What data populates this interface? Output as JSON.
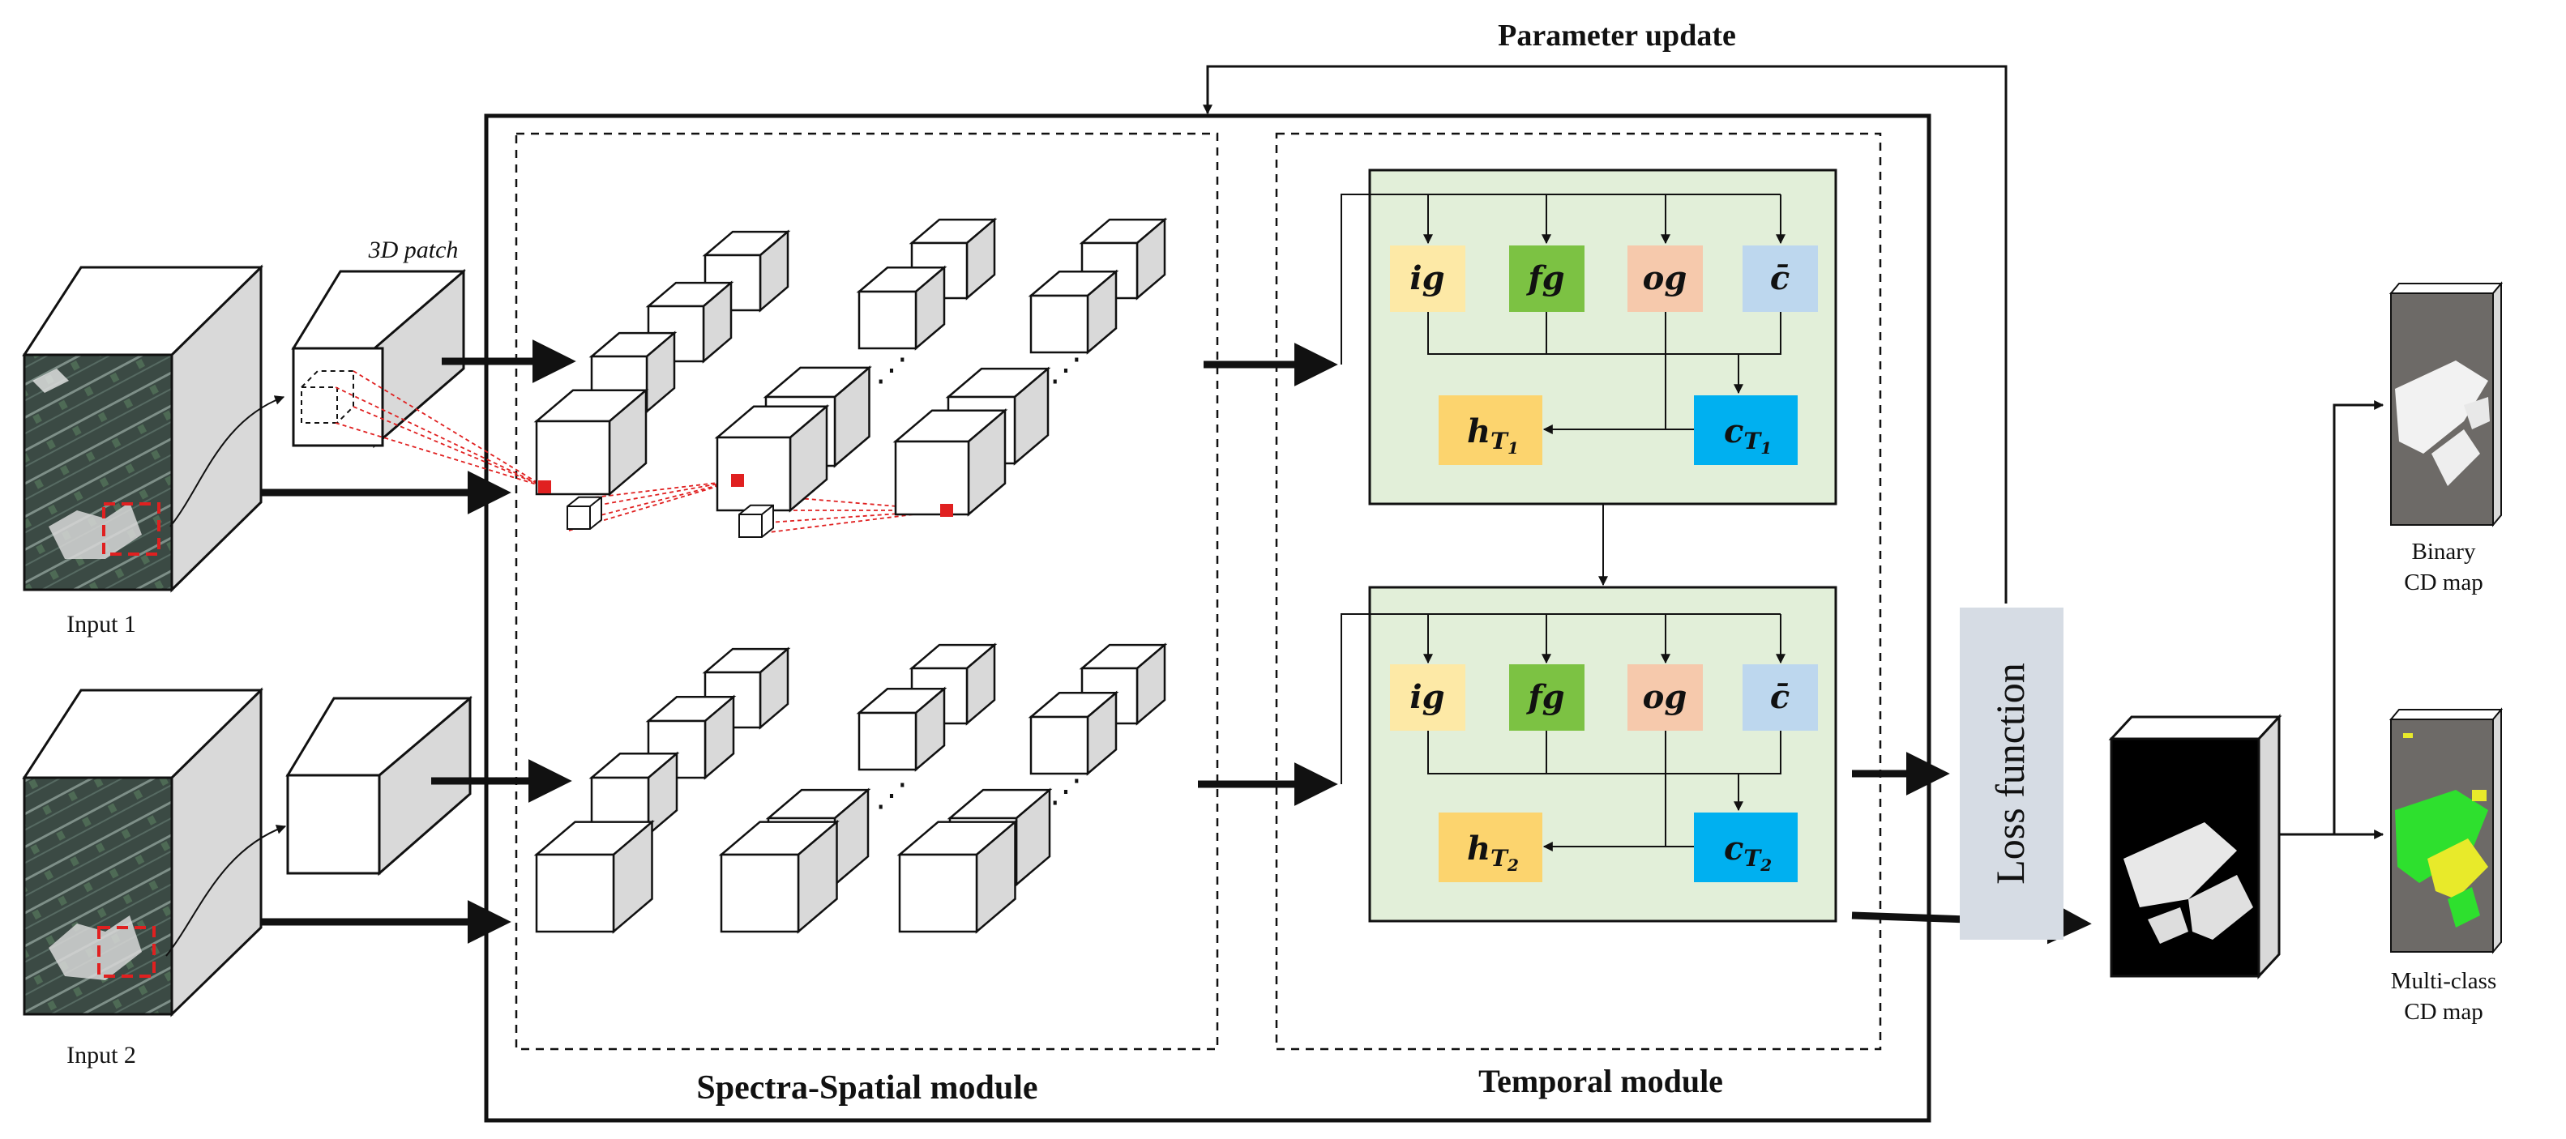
{
  "labels": {
    "parameter_update": "Parameter update",
    "spectra_spatial_module": "Spectra-Spatial module",
    "temporal_module": "Temporal module",
    "patch_3d": "3D patch",
    "input1": "Input 1",
    "input2": "Input 2",
    "loss_function": "Loss function",
    "binary_map_line1": "Binary",
    "binary_map_line2": "CD map",
    "multiclass_map_line1": "Multi-class",
    "multiclass_map_line2": "CD map",
    "ellipsis": "⋰"
  },
  "lstm_cells": [
    {
      "gates": [
        "ig",
        "fg",
        "og",
        "c̄"
      ],
      "h": "h",
      "h_sub": "T",
      "h_subsub": "1",
      "c": "c",
      "c_sub": "T",
      "c_subsub": "1"
    },
    {
      "gates": [
        "ig",
        "fg",
        "og",
        "c̄"
      ],
      "h": "h",
      "h_sub": "T",
      "h_subsub": "2",
      "c": "c",
      "c_sub": "T",
      "c_subsub": "2"
    }
  ],
  "colors": {
    "cell_bg": "#e2efd9",
    "ig": "#fde9a6",
    "fg": "#7cc243",
    "og": "#f6c9ac",
    "cbar": "#bdd7ee",
    "h": "#fcd46e",
    "c": "#00b0f0",
    "loss_bar": "#d6dce4",
    "cube_side": "#d9d9d9",
    "patch_red": "#e02020",
    "multiclass_green": "#2ee02e",
    "multiclass_yellow": "#e8ea2a",
    "map_gray": "#6d6a67"
  }
}
